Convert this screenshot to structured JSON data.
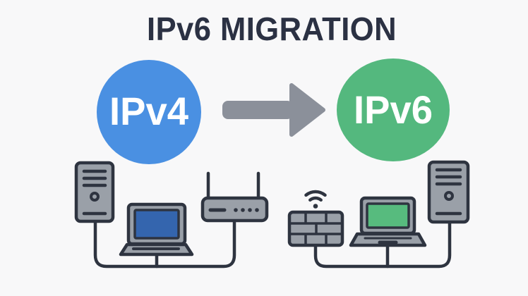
{
  "title": "IPv6 MIGRATION",
  "colors": {
    "background": "#f8f8f9",
    "title_text": "#2b3143",
    "outline": "#2e3440",
    "device_fill": "#9aa0a8",
    "arrow_gray": "#8b909a",
    "label_text": "#ffffff"
  },
  "migration": {
    "source": {
      "label": "IPv4",
      "color": "#4a90e2"
    },
    "target": {
      "label": "IPv6",
      "color": "#54b87e"
    },
    "arrow": {
      "icon": "right-arrow-icon",
      "color": "#8b909a"
    }
  },
  "devices": {
    "left_group": [
      {
        "icon": "server-tower-icon"
      },
      {
        "icon": "laptop-icon",
        "screen_color": "#3465ae"
      },
      {
        "icon": "wifi-router-icon"
      }
    ],
    "right_group": [
      {
        "icon": "firewall-icon"
      },
      {
        "icon": "wifi-signal-icon"
      },
      {
        "icon": "laptop-icon",
        "screen_color": "#57bb7e"
      },
      {
        "icon": "server-tower-icon"
      }
    ]
  }
}
